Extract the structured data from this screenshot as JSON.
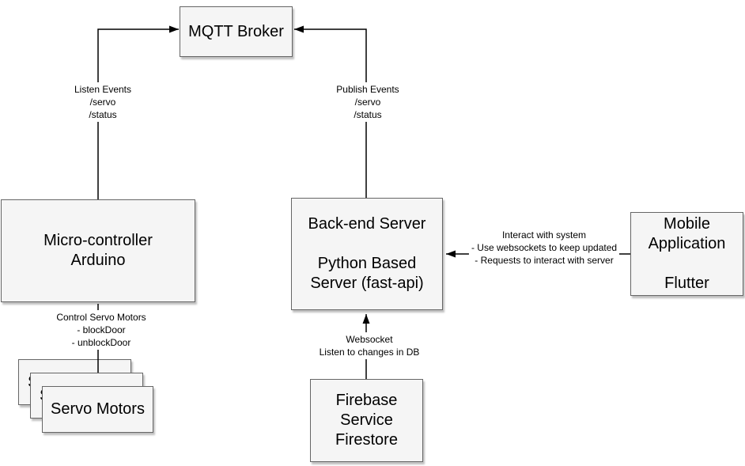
{
  "nodes": {
    "mqtt": {
      "label": "MQTT Broker"
    },
    "arduino": {
      "lines": [
        "Micro-controller",
        "Arduino"
      ]
    },
    "backend": {
      "lines": [
        "Back-end Server",
        "Python Based",
        "Server (fast-api)"
      ]
    },
    "mobile": {
      "lines": [
        "Mobile",
        "Application",
        "Flutter"
      ]
    },
    "firebase": {
      "lines": [
        "Firebase",
        "Service",
        "Firestore"
      ]
    },
    "servo": {
      "label": "Servo Motors"
    }
  },
  "edges": {
    "listen": {
      "lines": [
        "Listen Events",
        "/servo",
        "/status"
      ]
    },
    "publish": {
      "lines": [
        "Publish Events",
        "/servo",
        "/status"
      ]
    },
    "control": {
      "lines": [
        "Control Servo Motors",
        "- blockDoor",
        "- unblockDoor"
      ]
    },
    "websocket": {
      "lines": [
        "Websocket",
        "Listen to changes in DB"
      ]
    },
    "interact": {
      "lines": [
        "Interact with system",
        "- Use websockets to keep updated",
        "- Requests to interact with server"
      ]
    }
  },
  "colors": {
    "node_fill": "#f5f5f5",
    "node_border": "#666666",
    "connector": "#000000",
    "background": "#ffffff"
  }
}
